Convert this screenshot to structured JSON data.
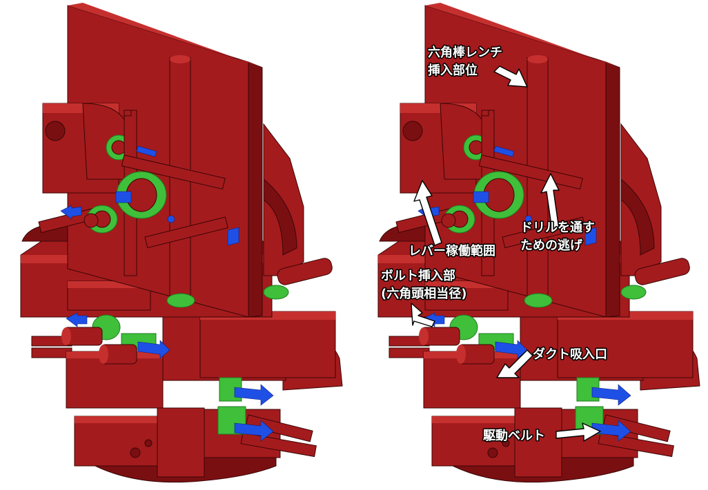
{
  "colors": {
    "body": "#a41b1d",
    "body_dark": "#7a0f12",
    "body_light": "#c5302f",
    "edge": "#3a0505",
    "green": "#3fbf3a",
    "green_dark": "#1f7a1f",
    "blue": "#1f50e6",
    "arrow": "#ffffff"
  },
  "annotations": [
    {
      "id": "hex-rod",
      "lines": [
        "六角棒レンチ",
        "挿入部位"
      ]
    },
    {
      "id": "drill",
      "lines": [
        "ドリルを通す",
        "ための逃げ"
      ]
    },
    {
      "id": "lever",
      "lines": [
        "レバー稼働範囲"
      ]
    },
    {
      "id": "bolt",
      "lines": [
        "ボルト挿入部",
        "(六角頭相当径)"
      ]
    },
    {
      "id": "duct",
      "lines": [
        "ダクト吸入口"
      ]
    },
    {
      "id": "belt",
      "lines": [
        "駆動ベルト"
      ]
    }
  ]
}
